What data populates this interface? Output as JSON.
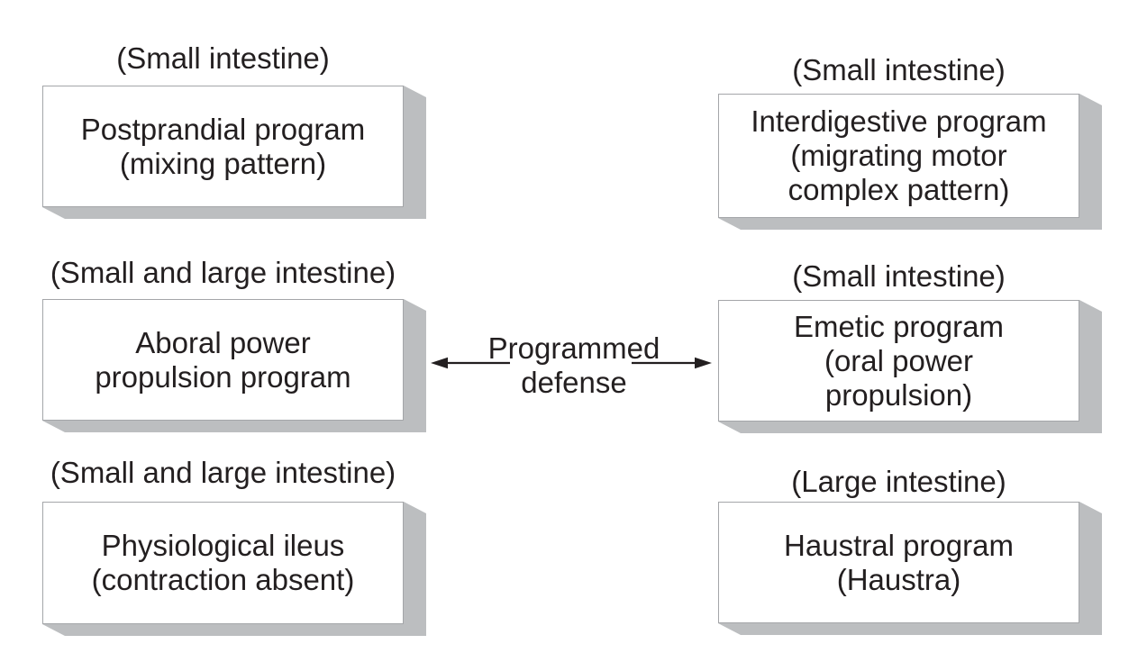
{
  "figure": {
    "title_implicit": "Intestinal motor programs diagram",
    "background_color": "#ffffff",
    "text_color": "#231f20",
    "box_fill_color": "#ffffff",
    "box_border_color": "#a4a6a9",
    "shadow_color": "#bcbec0"
  },
  "cells": [
    {
      "region_label": "(Small intestine)",
      "program": "Postprandial program\n(mixing pattern)"
    },
    {
      "region_label": "(Small intestine)",
      "program": "Interdigestive program\n(migrating motor\ncomplex pattern)"
    },
    {
      "region_label": "(Small and large intestine)",
      "program": "Aboral power\npropulsion program"
    },
    {
      "region_label": "(Small intestine)",
      "program": "Emetic program\n(oral power\npropulsion)"
    },
    {
      "region_label": "(Small and large intestine)",
      "program": "Physiological ileus\n(contraction absent)"
    },
    {
      "region_label": "(Large intestine)",
      "program": "Haustral program\n(Haustra)"
    }
  ],
  "connector": {
    "label": "Programmed\ndefense",
    "arrow_color": "#231f20",
    "left_arrow": "left-arrow",
    "right_arrow": "right-arrow"
  }
}
